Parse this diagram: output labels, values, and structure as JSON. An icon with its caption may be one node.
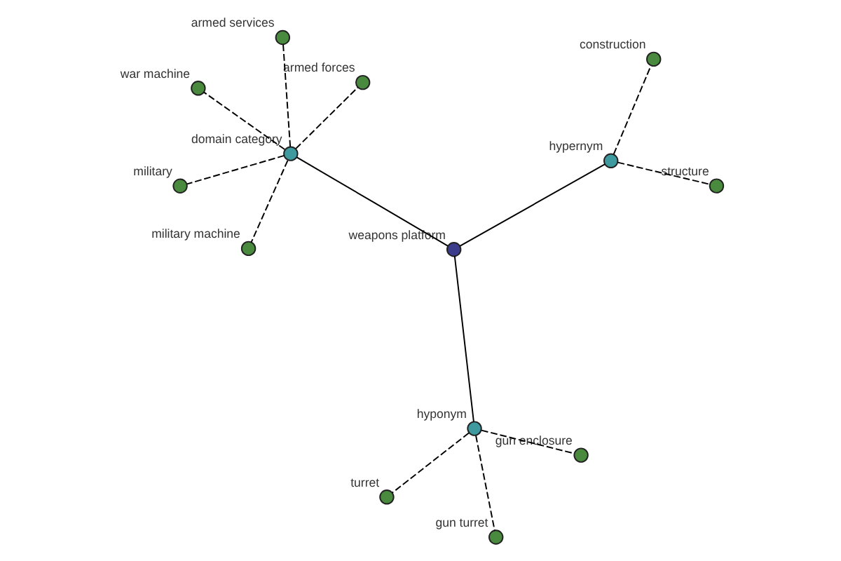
{
  "diagram": {
    "nodes": [
      {
        "text": [
          "military"
        ]
      },
      {
        "text": [
          "armed forces"
        ]
      },
      {
        "text": [
          "military machine"
        ]
      },
      {
        "text": [
          "armed services"
        ]
      },
      {
        "text": [
          "domain category"
        ]
      },
      {
        "text": [
          "war machine"
        ]
      },
      {
        "text": [
          "turret"
        ]
      },
      {
        "text": [
          "gun enclosure"
        ]
      },
      {
        "text": [
          "hyponym"
        ]
      },
      {
        "text": [
          "weapons platform"
        ]
      },
      {
        "text": [
          "gun turret"
        ]
      },
      {
        "text": [
          "hypernym"
        ]
      },
      {
        "text": [
          "structure"
        ]
      },
      {
        "text": [
          "construction"
        ]
      }
    ],
    "edges": [
      {
        "from": 9,
        "to": 4,
        "arrow": "none"
      },
      {
        "from": 9,
        "to": 8,
        "arrow": "none"
      },
      {
        "from": 9,
        "to": 11,
        "arrow": "none"
      },
      {
        "from": 4,
        "to": 0,
        "arrow": "none",
        "style": "dashed"
      },
      {
        "from": 4,
        "to": 1,
        "arrow": "none",
        "style": "dashed"
      },
      {
        "from": 4,
        "to": 2,
        "arrow": "none",
        "style": "dashed"
      },
      {
        "from": 4,
        "to": 3,
        "arrow": "none",
        "style": "dashed"
      },
      {
        "from": 4,
        "to": 5,
        "arrow": "none",
        "style": "dashed"
      },
      {
        "from": 8,
        "to": 6,
        "arrow": "none",
        "style": "dashed"
      },
      {
        "from": 8,
        "to": 7,
        "arrow": "none",
        "style": "dashed"
      },
      {
        "from": 8,
        "to": 10,
        "arrow": "none",
        "style": "dashed"
      },
      {
        "from": 11,
        "to": 12,
        "arrow": "none",
        "style": "dashed"
      },
      {
        "from": 11,
        "to": 13,
        "arrow": "none",
        "style": "dashed"
      }
    ]
  }
}
